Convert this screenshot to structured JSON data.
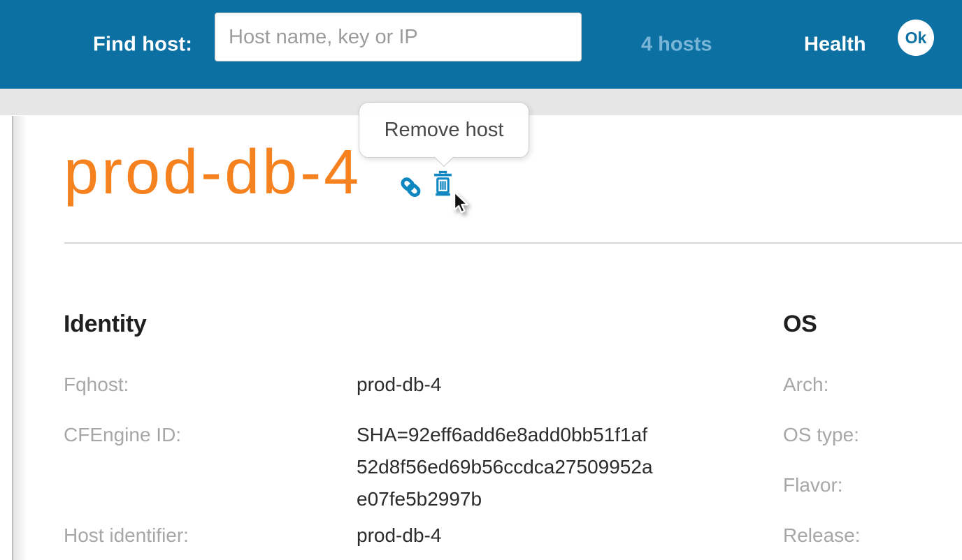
{
  "header": {
    "find_host_label": "Find host:",
    "search": {
      "placeholder": "Host name, key or IP",
      "value": ""
    },
    "hosts_count": "4 hosts",
    "health_label": "Health",
    "health_status": "Ok"
  },
  "tooltip": {
    "text": "Remove host"
  },
  "host": {
    "title": "prod-db-4"
  },
  "icons": {
    "link": "chain-link-icon",
    "remove": "trash-icon",
    "cursor": "mouse-cursor-icon"
  },
  "sections": {
    "identity": {
      "heading": "Identity",
      "rows": [
        {
          "label": "Fqhost:",
          "value": "prod-db-4"
        },
        {
          "label": "CFEngine ID:",
          "value": "SHA=92eff6add6e8add0bb51f1af52d8f56ed69b56ccdca27509952ae07fe5b2997b"
        },
        {
          "label": "Host identifier:",
          "value": "prod-db-4"
        }
      ]
    },
    "os": {
      "heading": "OS",
      "rows": [
        {
          "label": "Arch:",
          "value": ""
        },
        {
          "label": "OS type:",
          "value": ""
        },
        {
          "label": "Flavor:",
          "value": ""
        },
        {
          "label": "Release:",
          "value": ""
        }
      ]
    }
  },
  "colors": {
    "header-bg": "#0c70a2",
    "hosts-blue": "#79b5d6",
    "orange": "#f6821f",
    "icon-blue": "#0e87c1",
    "strip": "#e6e6e6",
    "label-gray": "#a7a7a7",
    "text-dark": "#2c2c2c",
    "divider": "#d5d5d5",
    "tooltip-border": "#cccccc"
  }
}
